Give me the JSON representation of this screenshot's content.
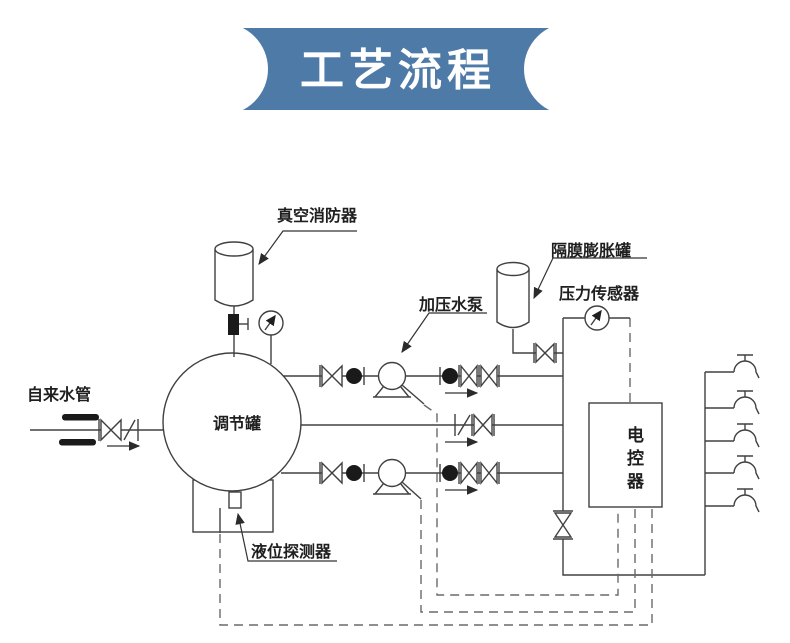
{
  "banner": {
    "title": "工艺流程",
    "bg_color": "#4e7aa8",
    "text_color": "#ffffff"
  },
  "labels": {
    "vacuum_breaker": "真空消防器",
    "expansion_tank": "隔膜膨胀罐",
    "pressure_sensor": "压力传感器",
    "booster_pump": "加压水泵",
    "tap_water": "自来水管",
    "regulating_tank": "调节罐",
    "level_detector": "液位探测器",
    "controller": "电控器"
  },
  "colors": {
    "line": "#404040",
    "symbol_fill": "#1a1a1a",
    "signal_dash": "#6a6a6a"
  }
}
